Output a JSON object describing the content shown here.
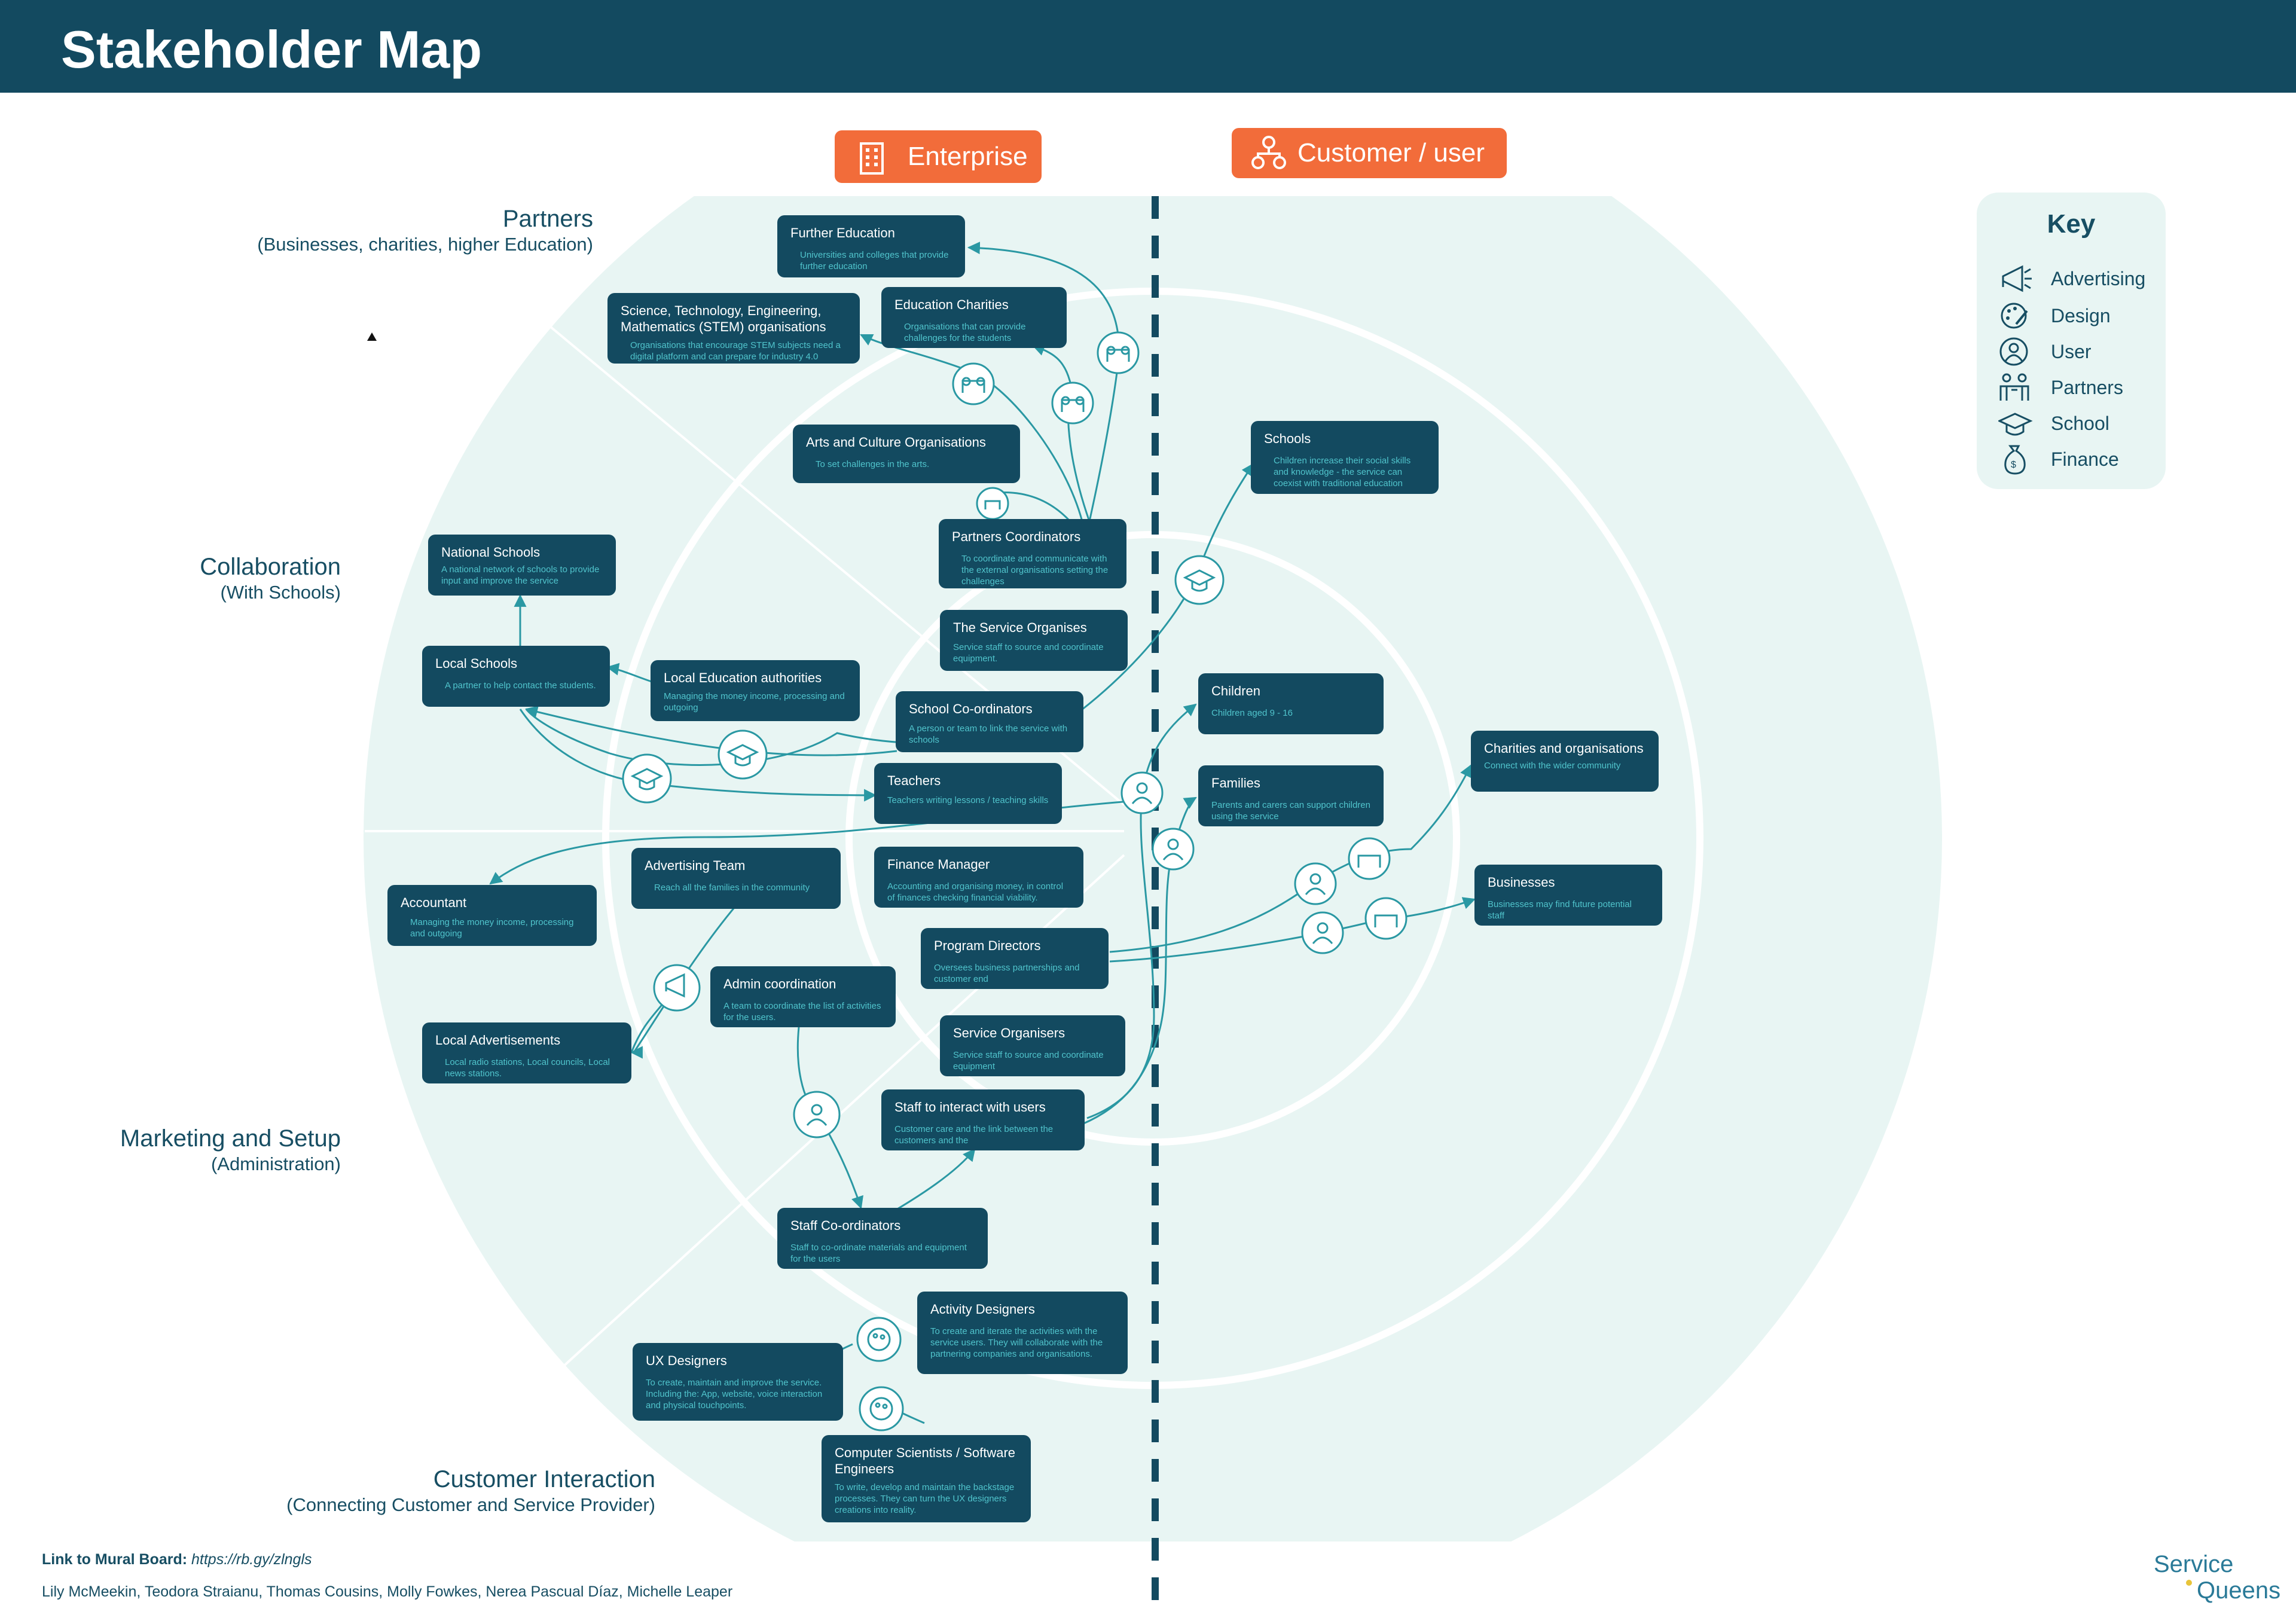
{
  "title": "Stakeholder Map",
  "axis_tags": {
    "enterprise": "Enterprise",
    "customer": "Customer / user"
  },
  "sections": {
    "partners": {
      "title": "Partners",
      "subtitle": "(Businesses, charities, higher Education)"
    },
    "collaboration": {
      "title": "Collaboration",
      "subtitle": "(With Schools)"
    },
    "marketing": {
      "title": "Marketing and Setup",
      "subtitle": "(Administration)"
    },
    "interaction": {
      "title": "Customer Interaction",
      "subtitle": "(Connecting Customer and Service Provider)"
    }
  },
  "key": {
    "title": "Key",
    "items": [
      {
        "label": "Advertising",
        "icon": "megaphone-icon"
      },
      {
        "label": "Design",
        "icon": "palette-icon"
      },
      {
        "label": "User",
        "icon": "user-icon"
      },
      {
        "label": "Partners",
        "icon": "partners-icon"
      },
      {
        "label": "School",
        "icon": "graduation-cap-icon"
      },
      {
        "label": "Finance",
        "icon": "money-bag-icon"
      }
    ]
  },
  "cards": {
    "further_education": {
      "title": "Further Education",
      "desc": "Universities and colleges that provide further education"
    },
    "stem": {
      "title": "Science, Technology, Engineering, Mathematics (STEM) organisations",
      "desc": "Organisations that encourage STEM subjects need a digital platform and can prepare for industry 4.0"
    },
    "education_charities": {
      "title": "Education Charities",
      "desc": "Organisations that can provide challenges for the students"
    },
    "arts_culture": {
      "title": "Arts and Culture Organisations",
      "desc": "To set challenges in the arts."
    },
    "partners_coordinators": {
      "title": "Partners Coordinators",
      "desc": "To coordinate and communicate with the external organisations setting the challenges"
    },
    "schools": {
      "title": "Schools",
      "desc": "Children increase their social skills and knowledge - the service can coexist with traditional education"
    },
    "national_schools": {
      "title": "National Schools",
      "desc": "A national network of schools to provide input and improve the service"
    },
    "local_schools": {
      "title": "Local Schools",
      "desc": "A partner to help contact the students."
    },
    "local_education": {
      "title": "Local Education authorities",
      "desc": "Managing the money income, processing and outgoing"
    },
    "service_organises": {
      "title": "The Service Organises",
      "desc": "Service staff to source and coordinate equipment."
    },
    "school_coordinators": {
      "title": "School Co-ordinators",
      "desc": "A person or team to link the service with schools"
    },
    "teachers": {
      "title": "Teachers",
      "desc": "Teachers writing lessons / teaching skills"
    },
    "children": {
      "title": "Children",
      "desc": "Children aged 9 - 16"
    },
    "families": {
      "title": "Families",
      "desc": "Parents and carers can support children using the service"
    },
    "charities_orgs": {
      "title": "Charities and organisations",
      "desc": "Connect with the wider community"
    },
    "businesses": {
      "title": "Businesses",
      "desc": "Businesses may find future potential staff"
    },
    "accountant": {
      "title": "Accountant",
      "desc": "Managing the money income, processing and outgoing"
    },
    "advertising_team": {
      "title": "Advertising Team",
      "desc": "Reach all the families in the community"
    },
    "finance_manager": {
      "title": "Finance Manager",
      "desc": "Accounting and organising money, in control of finances checking financial viability."
    },
    "program_directors": {
      "title": "Program Directors",
      "desc": "Oversees business partnerships and customer end"
    },
    "admin_coordination": {
      "title": "Admin coordination",
      "desc": "A team to coordinate the list of activities for the users."
    },
    "local_ads": {
      "title": "Local Advertisements",
      "desc": "Local radio stations, Local councils, Local news stations."
    },
    "service_organisers": {
      "title": "Service Organisers",
      "desc": "Service staff to source and coordinate equipment"
    },
    "staff_interact": {
      "title": "Staff to interact with users",
      "desc": "Customer care and the link between the customers and the"
    },
    "staff_coordinators": {
      "title": "Staff Co-ordinators",
      "desc": "Staff to co-ordinate materials and equipment for the users"
    },
    "activity_designers": {
      "title": "Activity Designers",
      "desc": "To create and iterate the activities with the service users. They will collaborate with the partnering companies and organisations."
    },
    "ux_designers": {
      "title": "UX Designers",
      "desc": "To create, maintain and improve the service. Including the: App, website, voice interaction and physical touchpoints."
    },
    "computer_scientists": {
      "title": "Computer Scientists / Software Engineers",
      "desc": "To write, develop and maintain the backstage processes.  They can turn the UX designers creations into reality."
    }
  },
  "footer": {
    "link_label": "Link to Mural Board:",
    "link_url": "https://rb.gy/zlngls",
    "authors": "Lily McMeekin, Teodora Straianu, Thomas Cousins, Molly Fowkes, Nerea Pascual Díaz, Michelle Leaper"
  },
  "brand": {
    "line1": "Service",
    "line2": "Queens"
  },
  "colors": {
    "header": "#134a60",
    "card": "#134a60",
    "card_desc": "#50c4cc",
    "accent_orange": "#f26c3a",
    "disc": "#e8f5f3",
    "connector": "#2a98a3"
  }
}
